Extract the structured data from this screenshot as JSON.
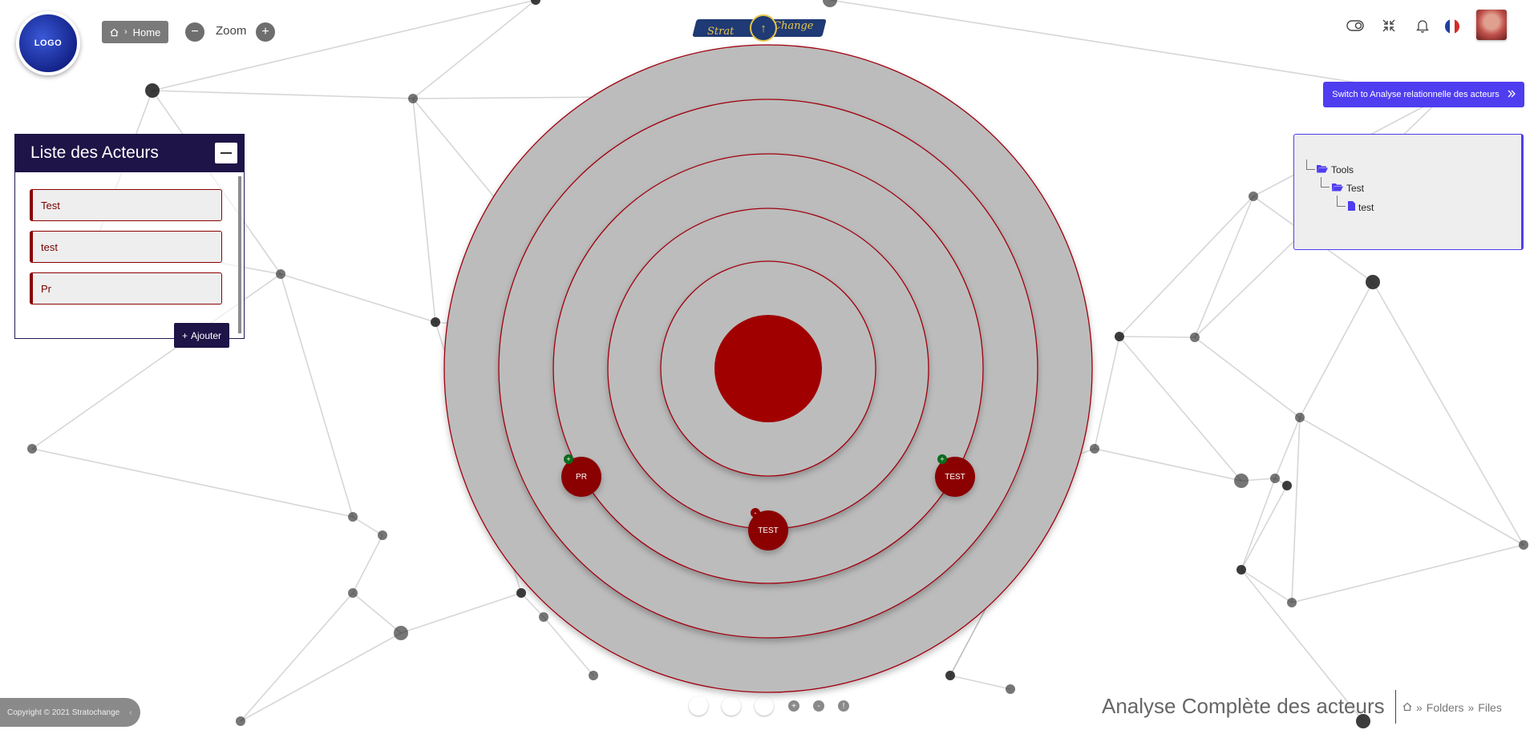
{
  "header": {
    "logo_text": "LOGO",
    "breadcrumb_home": "Home",
    "zoom_label": "Zoom",
    "zoom_out": "−",
    "zoom_in": "+",
    "brand_left": "Strat",
    "brand_right": "Change"
  },
  "switch_button": {
    "label": "Switch to Analyse relationnelle des acteurs",
    "icon": "double-chevron-right-icon"
  },
  "actors_panel": {
    "title": "Liste des Acteurs",
    "items": [
      {
        "label": "Test"
      },
      {
        "label": "test"
      },
      {
        "label": "Pr"
      }
    ],
    "add_label": "Ajouter"
  },
  "tree": {
    "root": "Tools",
    "folder": "Test",
    "file": "test"
  },
  "target": {
    "rings": 5,
    "ring_color": "#bcbcbc",
    "line_color": "#a00010",
    "core_color": "#a10000",
    "actors": [
      {
        "label": "PR",
        "badge": "+",
        "badge_color": "#0c6b1d"
      },
      {
        "label": "TEST",
        "badge": "-",
        "badge_color": "#8b0000"
      },
      {
        "label": "TEST",
        "badge": "+",
        "badge_color": "#0c6b1d"
      }
    ]
  },
  "legend": {
    "dots": [
      {
        "text": "...",
        "color": "#8b0000"
      },
      {
        "text": "...",
        "color": "#0c6b1d"
      },
      {
        "text": "...",
        "color": "#4b14c8"
      }
    ],
    "mini": [
      "+",
      "-",
      "!"
    ]
  },
  "footer": {
    "copyright": "Copyright © 2021 Stratochange",
    "page_title": "Analyse Complète des acteurs",
    "crumbs": [
      "Folders",
      "Files"
    ]
  },
  "colors": {
    "accent": "#4f3df0",
    "panel_header": "#1e1447",
    "actor_red": "#8b0000"
  }
}
